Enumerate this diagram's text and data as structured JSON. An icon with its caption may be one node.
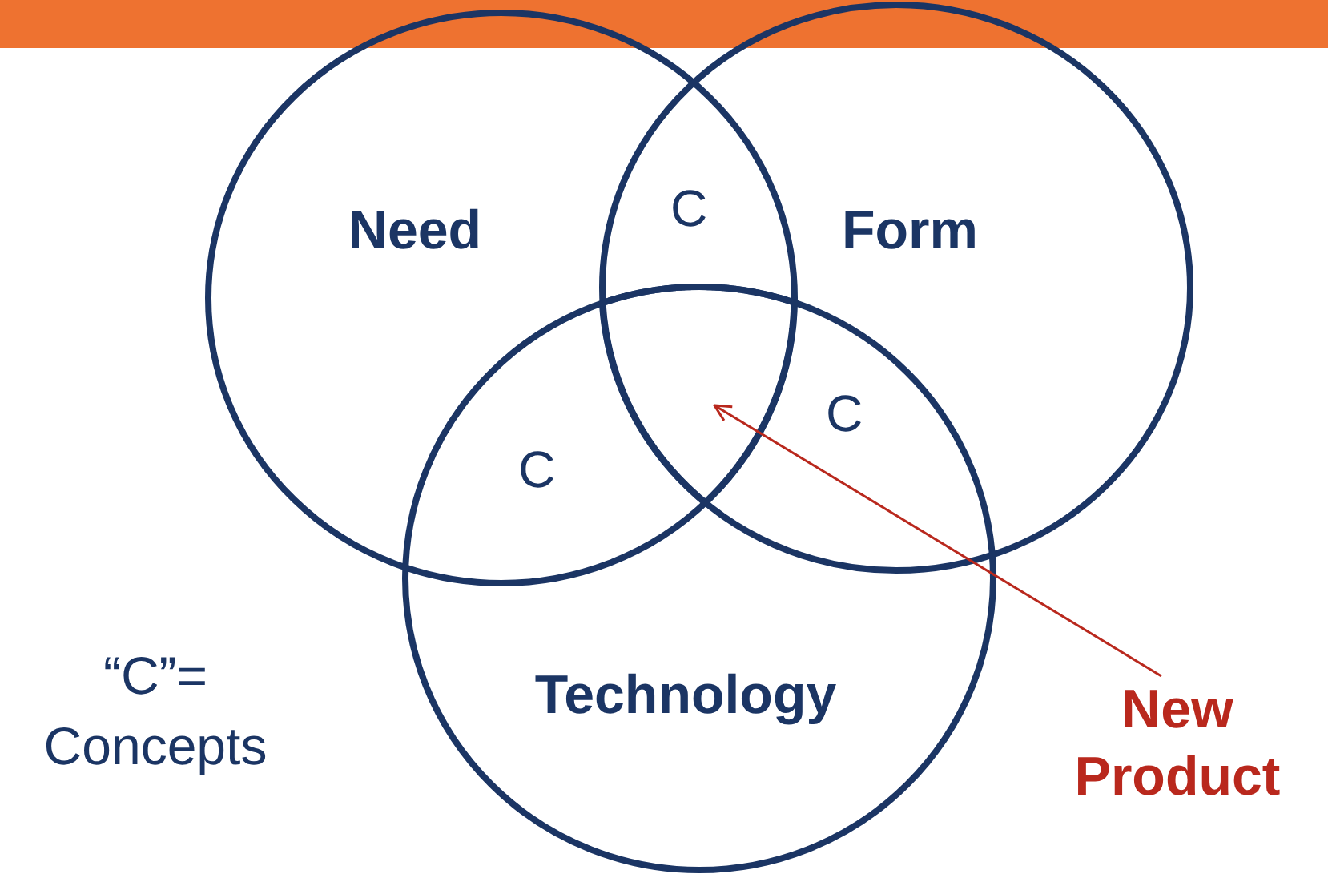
{
  "diagram": {
    "nodes": [
      {
        "text": [
          "Need"
        ]
      },
      {
        "text": [
          "Form"
        ]
      },
      {
        "text": [
          "Technology"
        ]
      },
      {
        "text": [
          "New Product"
        ]
      },
      {
        "text": [],
        "shape": "region"
      }
    ],
    "edges": [
      {
        "from": 3,
        "to": 4,
        "arrow": "to"
      }
    ],
    "labels": [
      "C",
      "C",
      "C",
      "“C”= Concepts"
    ]
  }
}
